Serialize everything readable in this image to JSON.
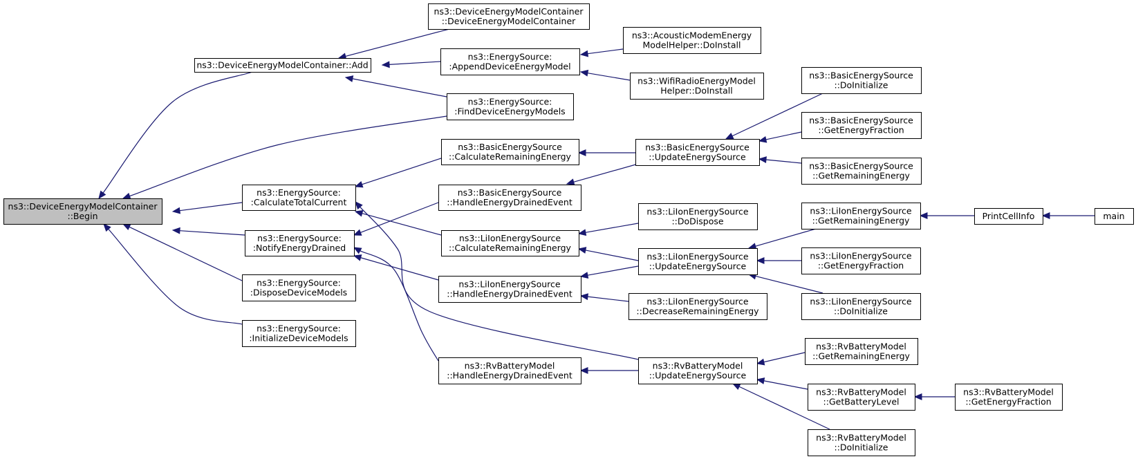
{
  "nodes": [
    {
      "id": "begin",
      "lines": [
        "ns3::DeviceEnergyModelContainer",
        "::Begin"
      ],
      "highlighted": true
    },
    {
      "id": "add",
      "lines": [
        "ns3::DeviceEnergyModelContainer::Add"
      ]
    },
    {
      "id": "demc_ctor",
      "lines": [
        "ns3::DeviceEnergyModelContainer",
        "::DeviceEnergyModelContainer"
      ]
    },
    {
      "id": "append",
      "lines": [
        "ns3::EnergySource:",
        ":AppendDeviceEnergyModel"
      ]
    },
    {
      "id": "acoustic",
      "lines": [
        "ns3::AcousticModemEnergy",
        "ModelHelper::DoInstall"
      ]
    },
    {
      "id": "wifi",
      "lines": [
        "ns3::WifiRadioEnergyModel",
        "Helper::DoInstall"
      ]
    },
    {
      "id": "find",
      "lines": [
        "ns3::EnergySource:",
        ":FindDeviceEnergyModels"
      ]
    },
    {
      "id": "calc_total",
      "lines": [
        "ns3::EnergySource:",
        ":CalculateTotalCurrent"
      ]
    },
    {
      "id": "notify",
      "lines": [
        "ns3::EnergySource:",
        ":NotifyEnergyDrained"
      ]
    },
    {
      "id": "dispose_dm",
      "lines": [
        "ns3::EnergySource:",
        ":DisposeDeviceModels"
      ]
    },
    {
      "id": "init_dm",
      "lines": [
        "ns3::EnergySource:",
        ":InitializeDeviceModels"
      ]
    },
    {
      "id": "bes_calc",
      "lines": [
        "ns3::BasicEnergySource",
        "::CalculateRemainingEnergy"
      ]
    },
    {
      "id": "bes_drained",
      "lines": [
        "ns3::BasicEnergySource",
        "::HandleEnergyDrainedEvent"
      ]
    },
    {
      "id": "li_calc",
      "lines": [
        "ns3::LiIonEnergySource",
        "::CalculateRemainingEnergy"
      ]
    },
    {
      "id": "li_drained",
      "lines": [
        "ns3::LiIonEnergySource",
        "::HandleEnergyDrainedEvent"
      ]
    },
    {
      "id": "rv_drained",
      "lines": [
        "ns3::RvBatteryModel",
        "::HandleEnergyDrainedEvent"
      ]
    },
    {
      "id": "bes_update",
      "lines": [
        "ns3::BasicEnergySource",
        "::UpdateEnergySource"
      ]
    },
    {
      "id": "li_dispose",
      "lines": [
        "ns3::LiIonEnergySource",
        "::DoDispose"
      ]
    },
    {
      "id": "li_update",
      "lines": [
        "ns3::LiIonEnergySource",
        "::UpdateEnergySource"
      ]
    },
    {
      "id": "li_decrease",
      "lines": [
        "ns3::LiIonEnergySource",
        "::DecreaseRemainingEnergy"
      ]
    },
    {
      "id": "rv_update",
      "lines": [
        "ns3::RvBatteryModel",
        "::UpdateEnergySource"
      ]
    },
    {
      "id": "bes_init",
      "lines": [
        "ns3::BasicEnergySource",
        "::DoInitialize"
      ]
    },
    {
      "id": "bes_frac",
      "lines": [
        "ns3::BasicEnergySource",
        "::GetEnergyFraction"
      ]
    },
    {
      "id": "bes_rem",
      "lines": [
        "ns3::BasicEnergySource",
        "::GetRemainingEnergy"
      ]
    },
    {
      "id": "li_rem",
      "lines": [
        "ns3::LiIonEnergySource",
        "::GetRemainingEnergy"
      ]
    },
    {
      "id": "li_frac",
      "lines": [
        "ns3::LiIonEnergySource",
        "::GetEnergyFraction"
      ]
    },
    {
      "id": "li_init",
      "lines": [
        "ns3::LiIonEnergySource",
        "::DoInitialize"
      ]
    },
    {
      "id": "rv_rem",
      "lines": [
        "ns3::RvBatteryModel",
        "::GetRemainingEnergy"
      ]
    },
    {
      "id": "rv_level",
      "lines": [
        "ns3::RvBatteryModel",
        "::GetBatteryLevel"
      ]
    },
    {
      "id": "rv_init",
      "lines": [
        "ns3::RvBatteryModel",
        "::DoInitialize"
      ]
    },
    {
      "id": "rv_frac",
      "lines": [
        "ns3::RvBatteryModel",
        "::GetEnergyFraction"
      ]
    },
    {
      "id": "print",
      "lines": [
        "PrintCellInfo"
      ]
    },
    {
      "id": "main",
      "lines": [
        "main"
      ]
    }
  ],
  "edges": [
    {
      "from": "add",
      "to": "begin"
    },
    {
      "from": "find",
      "to": "begin"
    },
    {
      "from": "calc_total",
      "to": "begin"
    },
    {
      "from": "notify",
      "to": "begin"
    },
    {
      "from": "dispose_dm",
      "to": "begin"
    },
    {
      "from": "init_dm",
      "to": "begin"
    },
    {
      "from": "demc_ctor",
      "to": "add"
    },
    {
      "from": "append",
      "to": "add"
    },
    {
      "from": "find",
      "to": "add"
    },
    {
      "from": "acoustic",
      "to": "append"
    },
    {
      "from": "wifi",
      "to": "append"
    },
    {
      "from": "bes_calc",
      "to": "calc_total"
    },
    {
      "from": "li_calc",
      "to": "calc_total"
    },
    {
      "from": "rv_update",
      "to": "calc_total"
    },
    {
      "from": "bes_drained",
      "to": "notify"
    },
    {
      "from": "li_drained",
      "to": "notify"
    },
    {
      "from": "rv_drained",
      "to": "notify"
    },
    {
      "from": "bes_update",
      "to": "bes_calc"
    },
    {
      "from": "bes_update",
      "to": "bes_drained"
    },
    {
      "from": "bes_init",
      "to": "bes_update"
    },
    {
      "from": "bes_frac",
      "to": "bes_update"
    },
    {
      "from": "bes_rem",
      "to": "bes_update"
    },
    {
      "from": "li_dispose",
      "to": "li_calc"
    },
    {
      "from": "li_update",
      "to": "li_calc"
    },
    {
      "from": "li_update",
      "to": "li_drained"
    },
    {
      "from": "li_decrease",
      "to": "li_drained"
    },
    {
      "from": "li_rem",
      "to": "li_update"
    },
    {
      "from": "li_frac",
      "to": "li_update"
    },
    {
      "from": "li_init",
      "to": "li_update"
    },
    {
      "from": "print",
      "to": "li_rem"
    },
    {
      "from": "main",
      "to": "print"
    },
    {
      "from": "rv_update",
      "to": "rv_drained"
    },
    {
      "from": "rv_rem",
      "to": "rv_update"
    },
    {
      "from": "rv_level",
      "to": "rv_update"
    },
    {
      "from": "rv_init",
      "to": "rv_update"
    },
    {
      "from": "rv_frac",
      "to": "rv_level"
    }
  ]
}
